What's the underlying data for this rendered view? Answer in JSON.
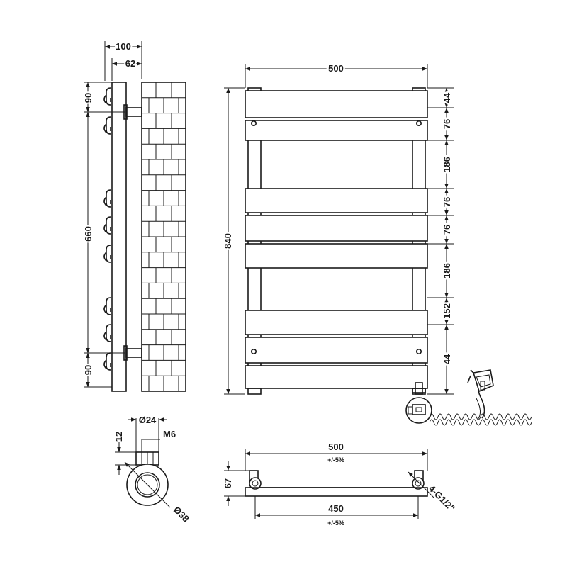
{
  "side_view": {
    "total_depth": "100",
    "bracket_depth": "62",
    "top_offset": "90",
    "bracket_spacing": "660",
    "bottom_offset": "90"
  },
  "front_view": {
    "width": "500",
    "height": "840",
    "right_dims": [
      "44",
      "76",
      "186",
      "76",
      "76",
      "186",
      "152",
      "44"
    ]
  },
  "valve_detail": {
    "diameter_top": "Ø24",
    "thread": "M6",
    "height": "12",
    "diameter_base": "Ø38"
  },
  "plan_view": {
    "width": "500",
    "width_tolerance": "+/-5%",
    "depth": "67",
    "centres": "450",
    "centres_tolerance": "+/-5%",
    "connection": "4-G1/2\""
  },
  "colors": {
    "line": "#1a1a1a",
    "background": "#ffffff"
  }
}
